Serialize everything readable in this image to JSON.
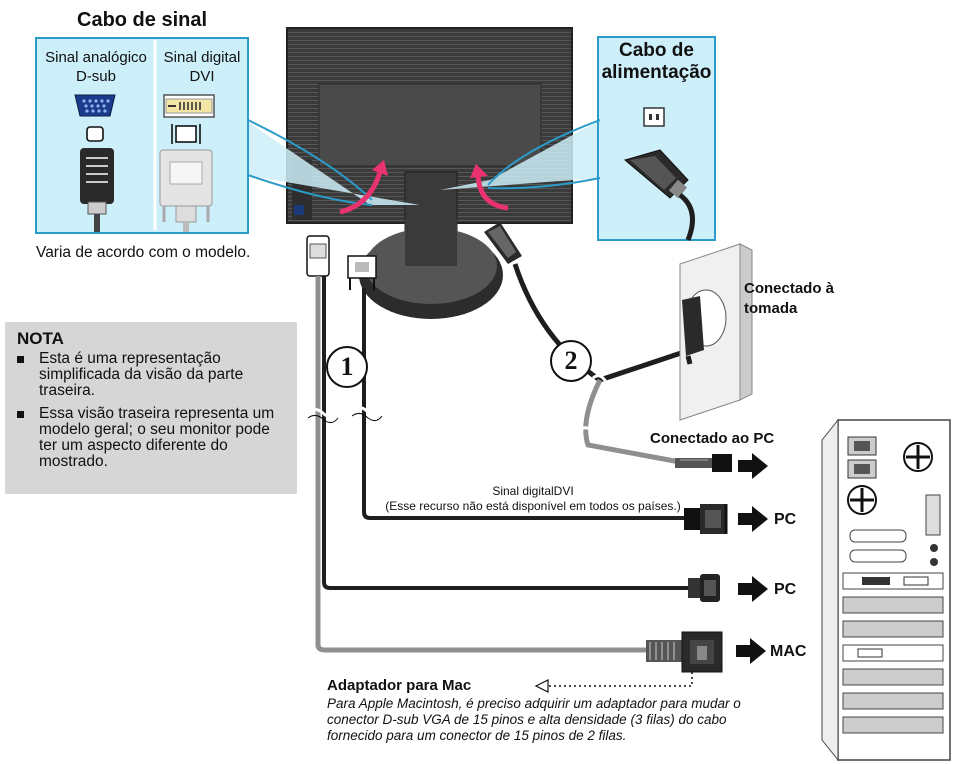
{
  "signal_cable": {
    "title": "Cabo de sinal",
    "analog_label": "Sinal analógico",
    "analog_type": "D-sub",
    "digital_label": "Sinal digital",
    "digital_type": "DVI",
    "model_note": "Varia de acordo com o modelo."
  },
  "power_cable": {
    "title_line1": "Cabo de",
    "title_line2": "alimentação"
  },
  "nota": {
    "title": "NOTA",
    "items": [
      "Esta é uma representação simplificada da visão da parte traseira.",
      "Essa visão traseira representa um modelo geral; o seu monitor pode ter um aspecto diferente do mostrado."
    ]
  },
  "steps": [
    "1",
    "2"
  ],
  "outlet": {
    "line1": "Conectado à",
    "line2": "tomada"
  },
  "pc_power": "Conectado ao PC",
  "dvi": {
    "label": "Sinal digitalDVI",
    "note": "(Esse recurso não está disponível em todos os países.)"
  },
  "targets": [
    "PC",
    "PC",
    "MAC"
  ],
  "mac_adapter": {
    "title": "Adaptador para  Mac",
    "description": "Para Apple Macintosh, é preciso adquirir um adaptador para mudar o conector D-sub VGA de 15 pinos e alta densidade (3 filas) do cabo fornecido para um conector de 15 pinos de 2 filas."
  },
  "colors": {
    "panel_blue": "#cdeff9",
    "panel_border": "#2b9bc9",
    "monitor_back": "#3c3c3c",
    "arrow_pink": "#e8336f",
    "nota_gray": "#d6d6d6",
    "cable_black": "#1e1e1e",
    "cable_gray": "#8f8f8f"
  }
}
